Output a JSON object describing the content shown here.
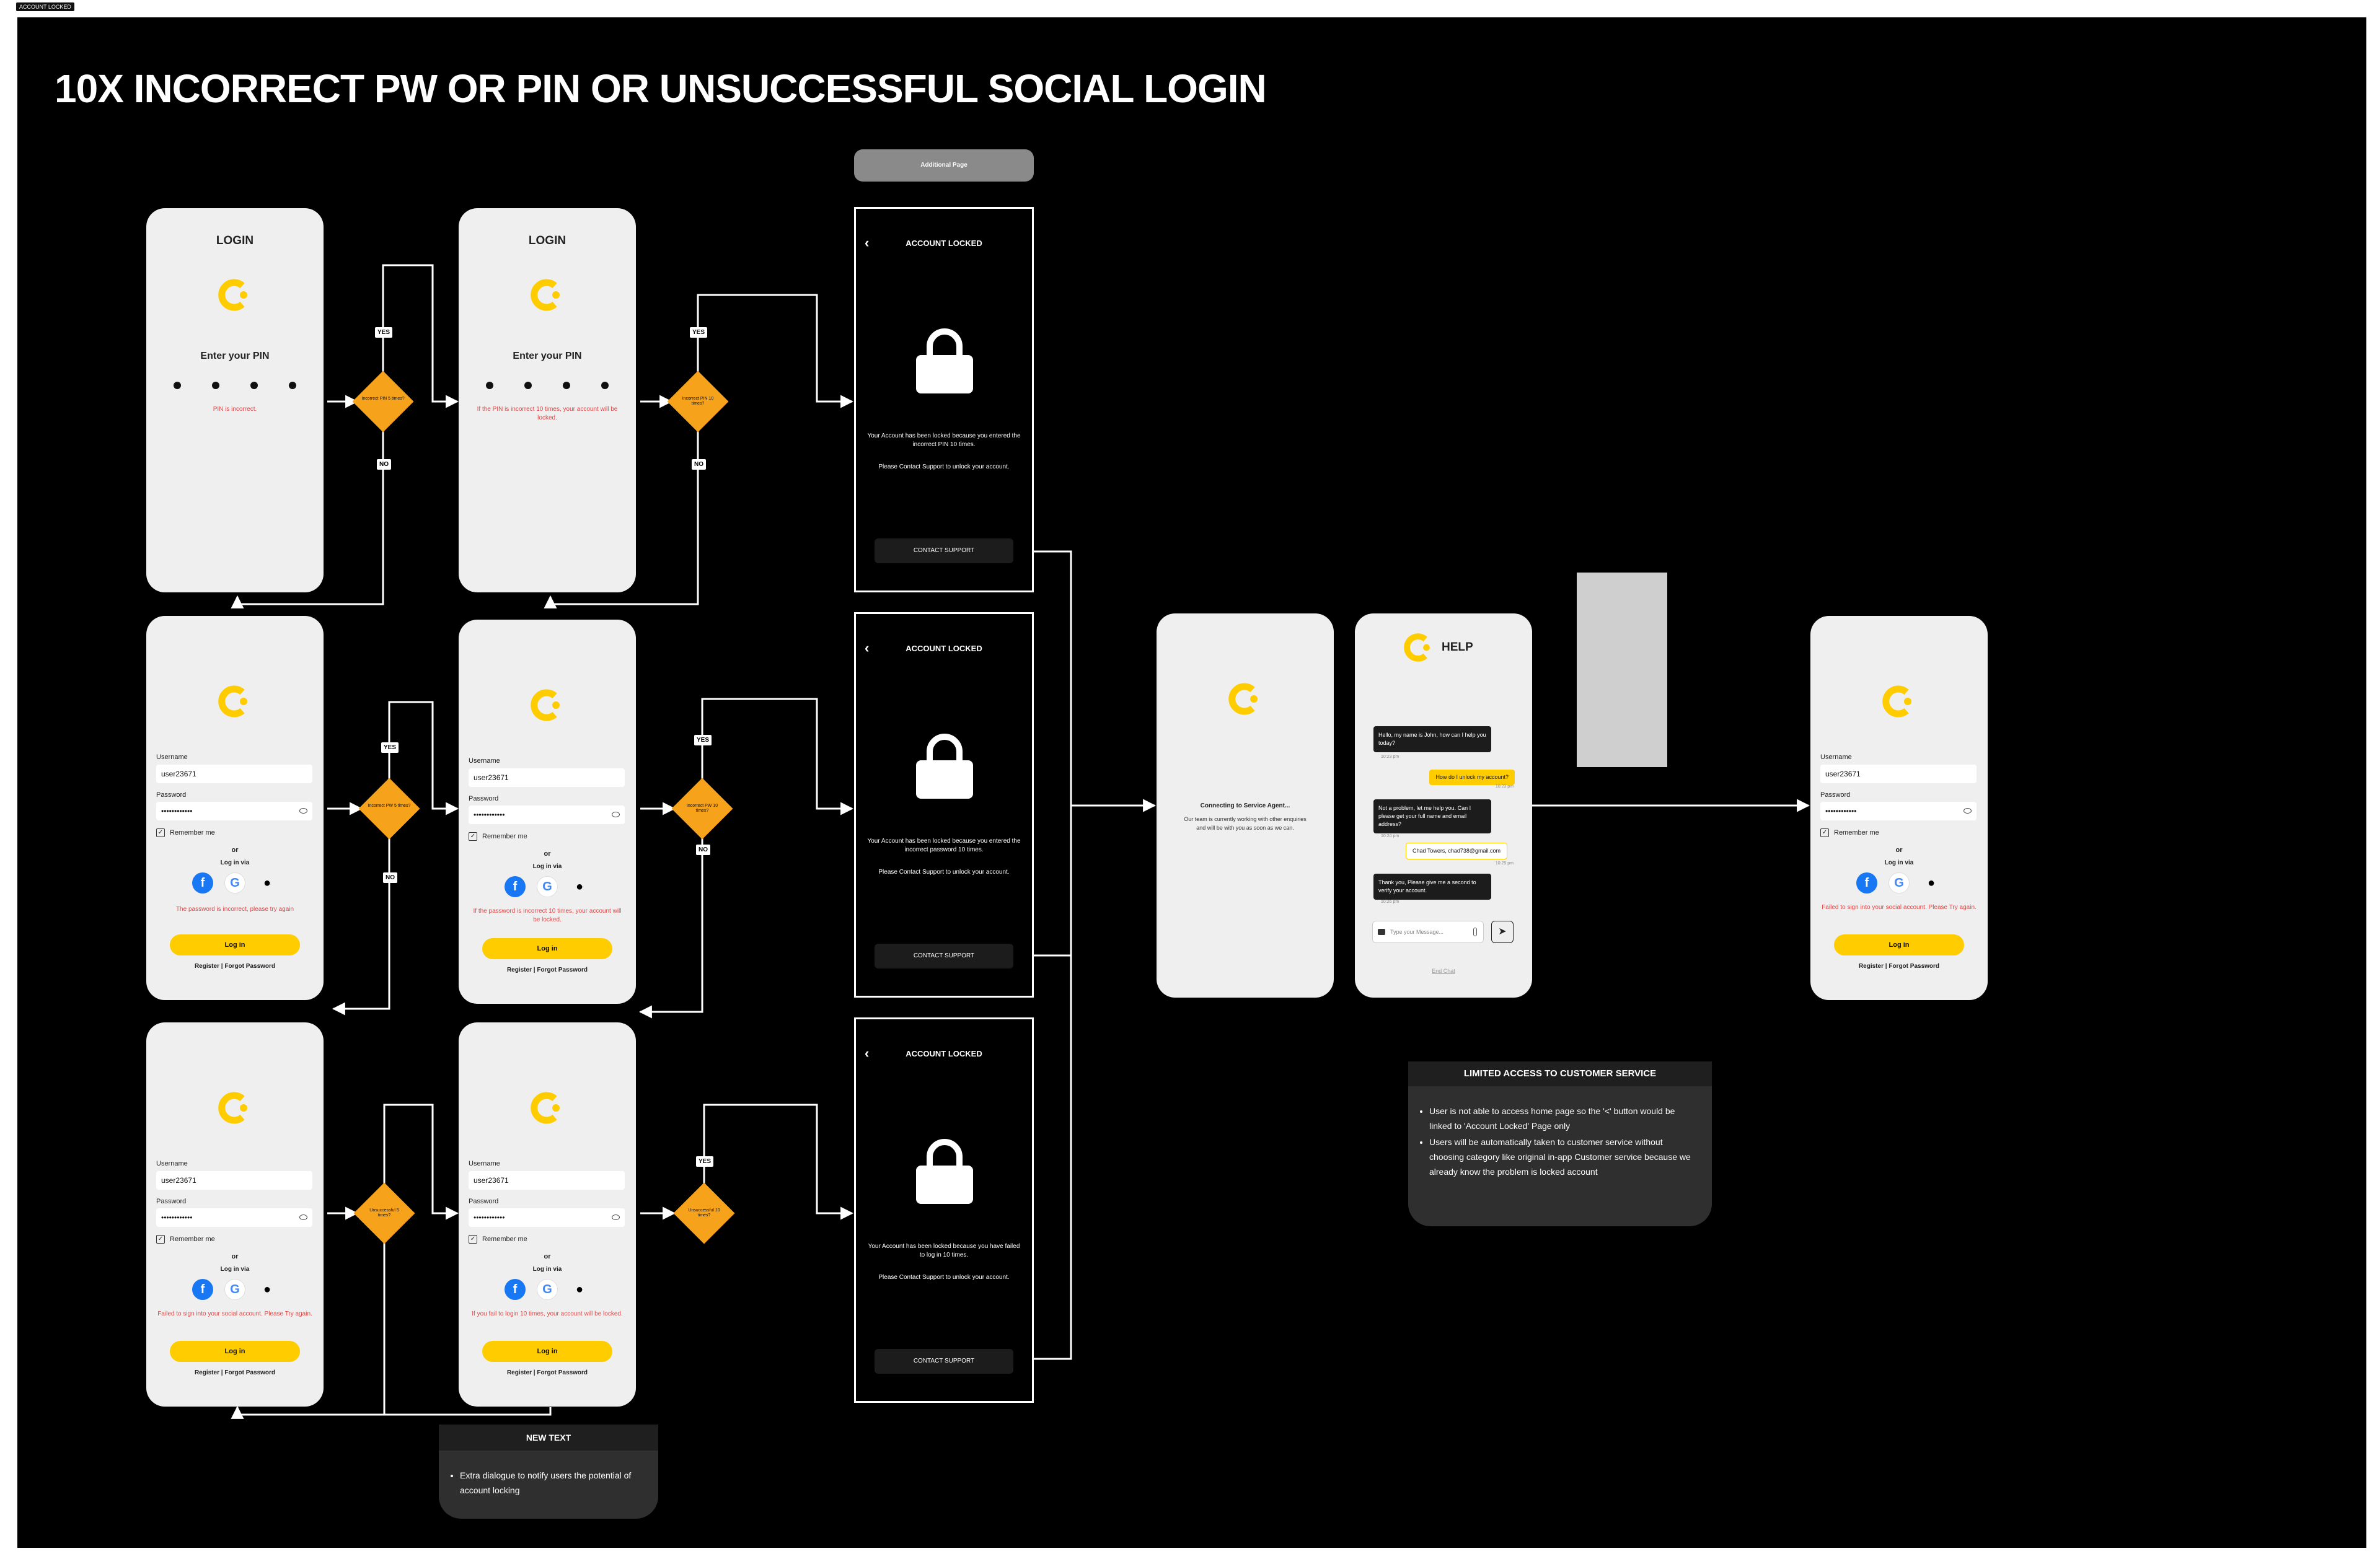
{
  "frame_label": "ACCOUNT LOCKED",
  "title": "10X INCORRECT PW OR PIN OR UNSUCCESSFUL SOCIAL LOGIN",
  "additional_page": "Additional Page",
  "pin_screen": {
    "title": "LOGIN",
    "prompt": "Enter your PIN",
    "error_1": "PIN is incorrect.",
    "error_2": "If the PIN is incorrect 10 times, your account will be locked."
  },
  "form": {
    "username_label": "Username",
    "username_value": "user23671",
    "password_label": "Password",
    "password_value": "••••••••••••",
    "remember": "Remember me",
    "or": "or",
    "login_via": "Log in via",
    "login_btn": "Log in",
    "register": "Register",
    "separator": "|",
    "forgot": "Forgot Password"
  },
  "errors": {
    "password_1": "The password is incorrect, please try again",
    "password_2": "If the password is incorrect 10 times, your account will be locked.",
    "social_1": "Failed to sign into your social account. Please Try again.",
    "social_2": "If you fail to login 10 times, your account will be locked."
  },
  "decisions": {
    "d1": "Incorrect PIN 5 times?",
    "d2": "Incorrect PIN 10 times?",
    "d3": "Incorrect PW 5 times?",
    "d4": "Incorrect PW 10 times?",
    "d5": "Unsuccessful 5 times?",
    "d6": "Unsuccessful 10 times?",
    "yes": "YES",
    "no": "NO"
  },
  "locked": {
    "title": "ACCOUNT LOCKED",
    "back": "‹",
    "msg_pin": "Your Account has been locked because you entered the incorrect PIN 10 times.",
    "msg_pw": "Your Account has been locked because you entered the incorrect password 10 times.",
    "msg_social": "Your Account has been locked because you have failed to log in 10 times.",
    "contact_msg": "Please Contact Support to unlock your account.",
    "contact_btn": "CONTACT SUPPORT"
  },
  "connecting": {
    "title": "Connecting to Service Agent...",
    "body": "Our team is currently working with other enquiries and will be with you as soon as we can."
  },
  "help": {
    "title": "HELP",
    "msg1": "Hello, my name is John, how can I help you today?",
    "time1": "10:23 pm",
    "msg2": "How do I unlock my account?",
    "time2": "10:23 pm",
    "msg3": "Not a problem, let me help you. Can I please get your full name and email address?",
    "time3": "10:24 pm",
    "msg4": "Chad Towers, chad738@gmail.com",
    "time4": "10:25 pm",
    "msg5": "Thank you, Please give me a second to verify your account.",
    "time5": "10:26 pm",
    "input_placeholder": "Type your Message...",
    "end_chat": "End Chat"
  },
  "note_customer": {
    "title": "LIMITED ACCESS TO CUSTOMER SERVICE",
    "b1": "User is not able to access home page so the '<' button would be linked to 'Account Locked' Page only",
    "b2": "Users will be automatically taken to customer service without choosing category like original in-app Customer service because we already know the problem is locked account"
  },
  "note_new": {
    "title": "NEW TEXT",
    "b1": "Extra dialogue to notify users the potential of account locking"
  },
  "colors": {
    "brand": "#ffcc00",
    "decision": "#f7a21b",
    "error": "#e04848",
    "canvas": "#000000",
    "screen": "#efefef"
  }
}
